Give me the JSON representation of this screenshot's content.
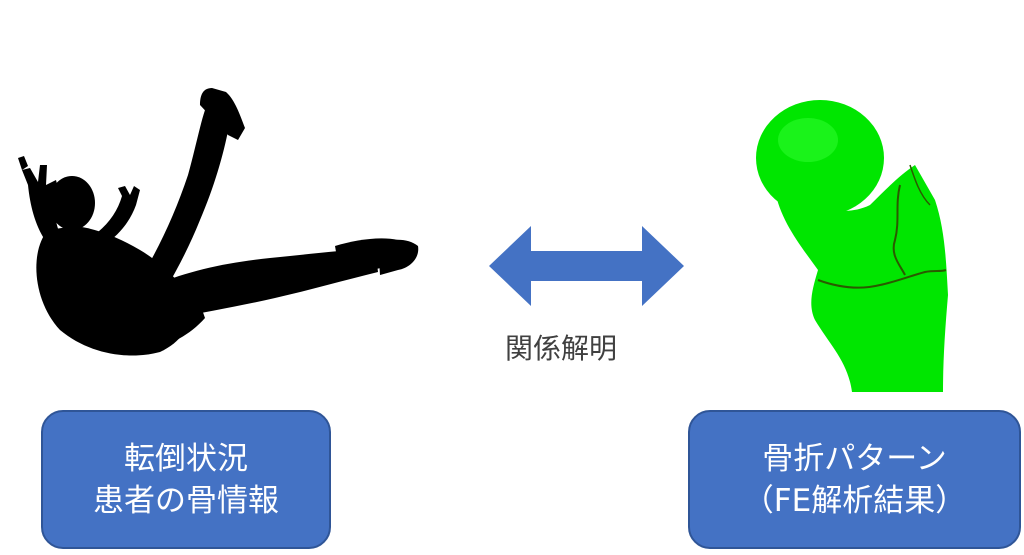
{
  "left_box": {
    "line1": "転倒状況",
    "line2": "患者の骨情報"
  },
  "right_box": {
    "line1": "骨折パターン",
    "line2": "（FE解析結果）"
  },
  "relation_label": "関係解明",
  "icons": [
    "falling-person-silhouette-icon",
    "double-arrow-icon",
    "fractured-femur-icon"
  ],
  "colors": {
    "box_fill": "#4472c4",
    "box_border": "#2f5597",
    "arrow": "#4472c4",
    "bone": "#00e600",
    "silhouette": "#000000"
  }
}
